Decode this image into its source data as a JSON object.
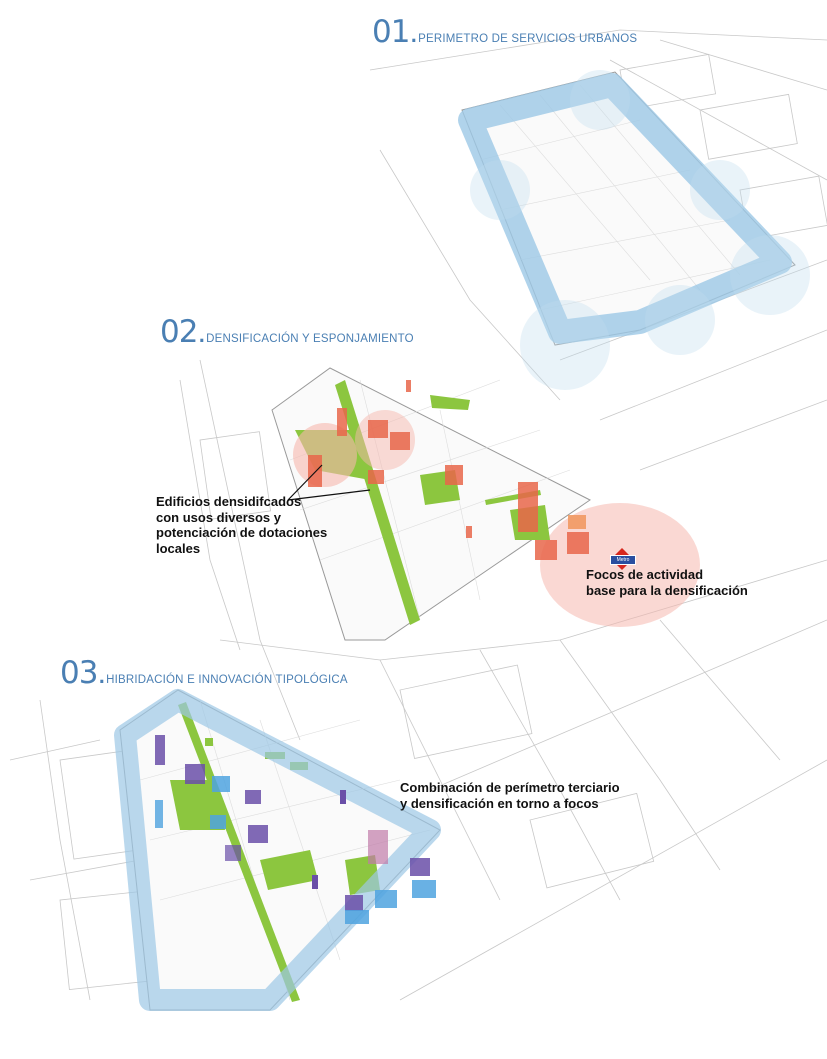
{
  "sections": [
    {
      "number": "01",
      "title": "PERIMETRO DE SERVICIOS URBANOS"
    },
    {
      "number": "02",
      "title": "DENSIFICACIÓN Y ESPONJAMIENTO"
    },
    {
      "number": "03",
      "title": "HIBRIDACIÓN E INNOVACIÓN TIPOLÓGICA"
    }
  ],
  "annotations": {
    "densified_buildings": "Edificios densidifcados\ncon usos diversos y\npotenciación de dotaciones\nlocales",
    "activity_foci": "Focos de actividad\nbase para la densificación",
    "combination": "Combinación de perímetro terciario\ny densificación en torno a focos"
  },
  "metro_label": "Metro",
  "colors": {
    "title": "#4a7fb3",
    "perimeter_blue": "#8fc0e0",
    "green": "#8cc63f",
    "red": "#e8664a",
    "purple": "#6a4fa8",
    "focus_halo": "#f6b8ae"
  }
}
